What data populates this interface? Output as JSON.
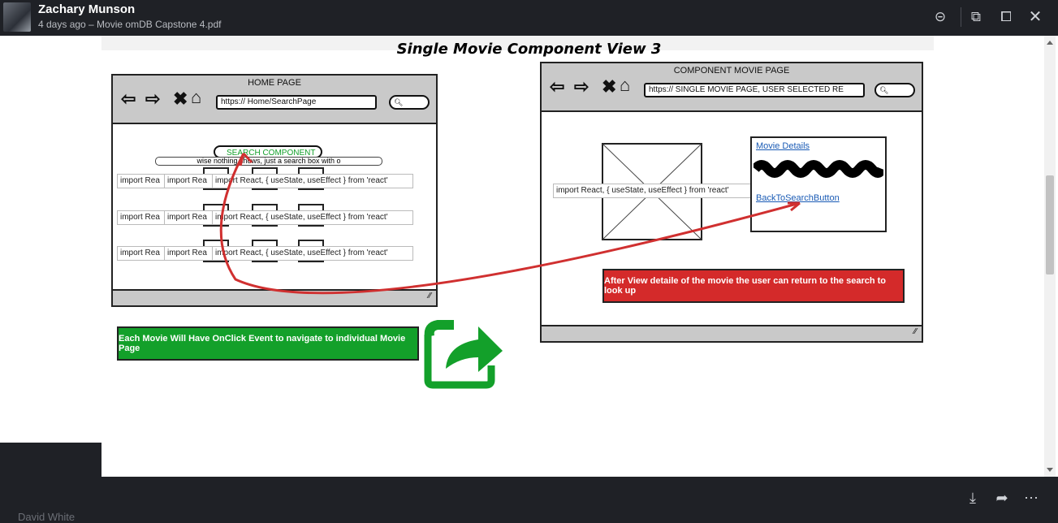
{
  "header": {
    "user_name": "Zachary Munson",
    "meta": "4 days ago – Movie omDB Capstone 4.pdf"
  },
  "toolbar_icons": [
    "comment-icon",
    "copy-icon",
    "external-icon",
    "close-icon"
  ],
  "document": {
    "title": "Single Movie Component View 3",
    "home_window": {
      "title": "HOME PAGE",
      "url": "https:// Home/SearchPage",
      "search_component": "SEARCH COMPONENT",
      "note": "wise nothing shows, just a search box with o",
      "imports": [
        "import Rea",
        "import Rea",
        "import React, { useState, useEffect } from 'react'"
      ]
    },
    "green_note": "Each Movie Will Have OnClick Event to navigate to individual Movie Page",
    "movie_window": {
      "title": "COMPONENT MOVIE PAGE",
      "url": "https:// SINGLE MOVIE PAGE, USER SELECTED RE",
      "import": "import React, { useState, useEffect } from 'react'",
      "details_link": "Movie Details",
      "back_link": "BackToSearchButton",
      "red_note": "After View detaile of the movie the user can return to the search to look up"
    }
  },
  "bottom_icons": [
    "download-icon",
    "share-icon",
    "more-icon"
  ],
  "ghost_text": "David White",
  "colors": {
    "bg_dark": "#1f2126",
    "green": "#13a02a",
    "red": "#d42a2a",
    "arrow": "#d03030"
  }
}
